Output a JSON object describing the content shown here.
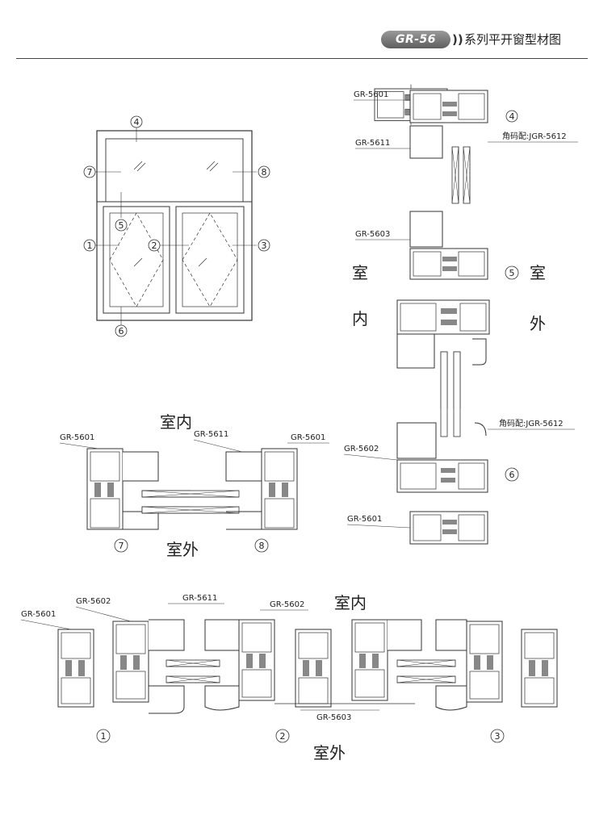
{
  "header": {
    "badge": "GR-56",
    "arrows": "))",
    "title": "系列平开窗型材图"
  },
  "side": {
    "indoor": "室内",
    "outdoor": "室外",
    "indoor_top": "室",
    "indoor_bottom": "内",
    "outdoor_top": "室",
    "outdoor_bottom": "外"
  },
  "profiles": {
    "p5601": "GR-5601",
    "p5602": "GR-5602",
    "p5603": "GR-5603",
    "p5611": "GR-5611",
    "corner": "角码配:JGR-5612"
  },
  "markers": {
    "m1": "1",
    "m2": "2",
    "m3": "3",
    "m4": "4",
    "m5": "5",
    "m6": "6",
    "m7": "7",
    "m8": "8"
  },
  "colors": {
    "line": "#333333",
    "fill": "#ffffff",
    "insulation": "#888888",
    "badge": "#6e6e6e"
  }
}
